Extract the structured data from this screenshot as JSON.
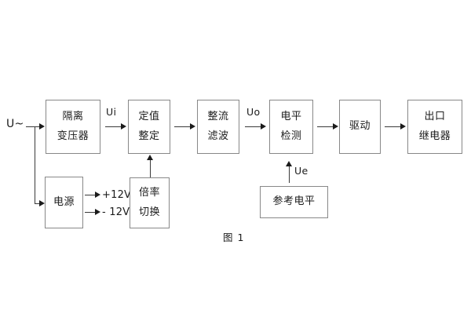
{
  "figure": {
    "caption": "图 1",
    "background_color": "#ffffff",
    "box_border_color": "#888888",
    "line_color": "#3a3a3a",
    "text_color": "#1b1b1b"
  },
  "blocks": [
    {
      "id": "isolation-transformer",
      "line1": "隔离",
      "line2": "变压器"
    },
    {
      "id": "setting-value",
      "line1": "定值",
      "line2": "整定"
    },
    {
      "id": "rectifier-filter",
      "line1": "整流",
      "line2": "滤波"
    },
    {
      "id": "level-detection",
      "line1": "电平",
      "line2": "检测"
    },
    {
      "id": "driver",
      "line1": "驱动",
      "line2": ""
    },
    {
      "id": "output-relay",
      "line1": "出口",
      "line2": "继电器"
    },
    {
      "id": "power-supply",
      "line1": "电源",
      "line2": ""
    },
    {
      "id": "multiplier-switch",
      "line1": "倍率",
      "line2": "切换"
    },
    {
      "id": "reference-level",
      "line1": "参考电平",
      "line2": ""
    }
  ],
  "labels": {
    "input_source": "U~",
    "signal_ui": "Ui",
    "signal_uo": "Uo",
    "signal_ue": "Ue",
    "rail_positive": "+12V",
    "rail_negative": "- 12V"
  }
}
